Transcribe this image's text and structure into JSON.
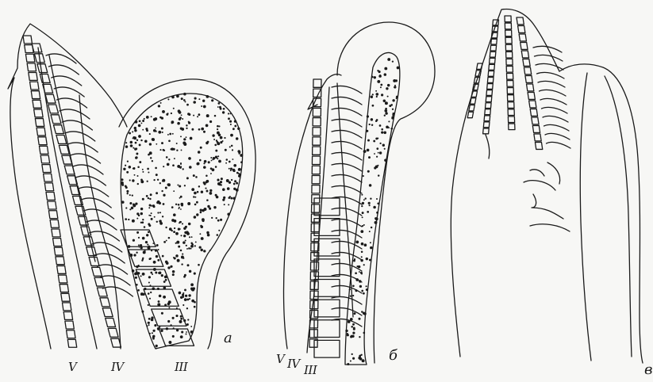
{
  "figure": {
    "panels": [
      {
        "id": "a",
        "letter": "а",
        "roman_labels": [
          "V",
          "IV",
          "III"
        ]
      },
      {
        "id": "b",
        "letter": "б",
        "roman_labels": [
          "V",
          "IV",
          "III"
        ]
      },
      {
        "id": "c",
        "letter": "в",
        "roman_labels": []
      }
    ],
    "colors": {
      "ink": "#1a1a1a",
      "paper": "#f7f7f5"
    }
  }
}
